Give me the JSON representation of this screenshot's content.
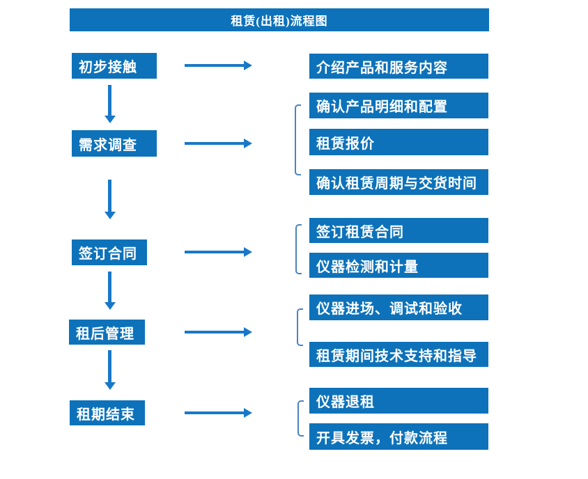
{
  "title": "租赁(出租)流程图",
  "colors": {
    "box": "#0d72ba",
    "arrow": "#1878c8",
    "bracket": "#4a82c0",
    "text": "#ffffff",
    "background": "#ffffff"
  },
  "steps": [
    {
      "label": "初步接触",
      "details": [
        "介绍产品和服务内容"
      ]
    },
    {
      "label": "需求调查",
      "details": [
        "确认产品明细和配置",
        "租赁报价",
        "确认租赁周期与交货时间"
      ]
    },
    {
      "label": "签订合同",
      "details": [
        "签订租赁合同",
        "仪器检测和计量"
      ]
    },
    {
      "label": "租后管理",
      "details": [
        "仪器进场、调试和验收",
        "租赁期间技术支持和指导"
      ]
    },
    {
      "label": "租期结束",
      "details": [
        "仪器退租",
        "开具发票，付款流程"
      ]
    }
  ]
}
